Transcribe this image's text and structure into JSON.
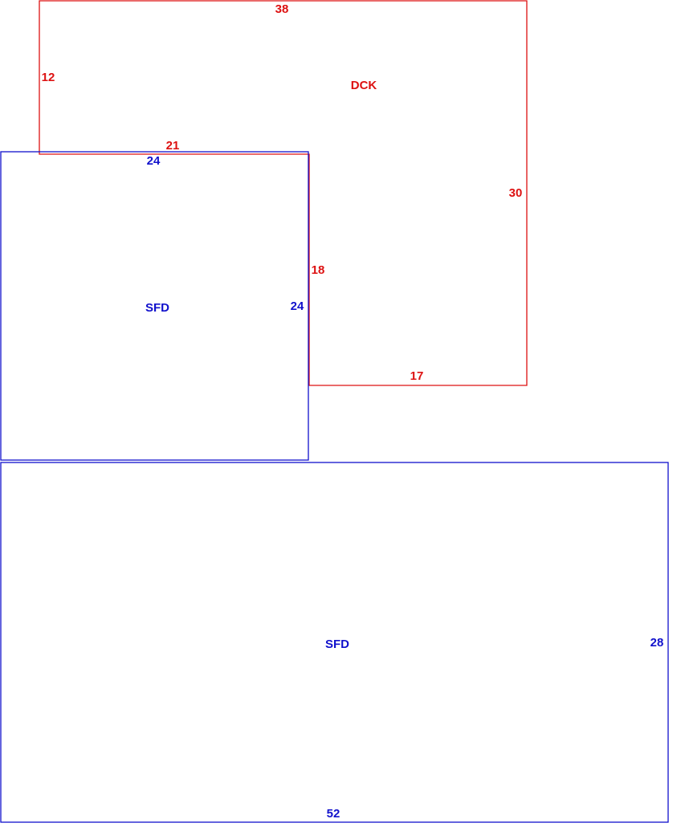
{
  "colors": {
    "deck": "#dd1111",
    "sfd": "#1111cc",
    "background": "#ffffff"
  },
  "deck": {
    "name": "DCK",
    "dims": {
      "top": "38",
      "left": "12",
      "notch_top": "21",
      "notch_side": "18",
      "right": "30",
      "bottom": "17"
    }
  },
  "sfd_upper": {
    "name": "SFD",
    "dims": {
      "top": "24",
      "right": "24"
    }
  },
  "sfd_lower": {
    "name": "SFD",
    "dims": {
      "right": "28",
      "bottom": "52"
    }
  }
}
